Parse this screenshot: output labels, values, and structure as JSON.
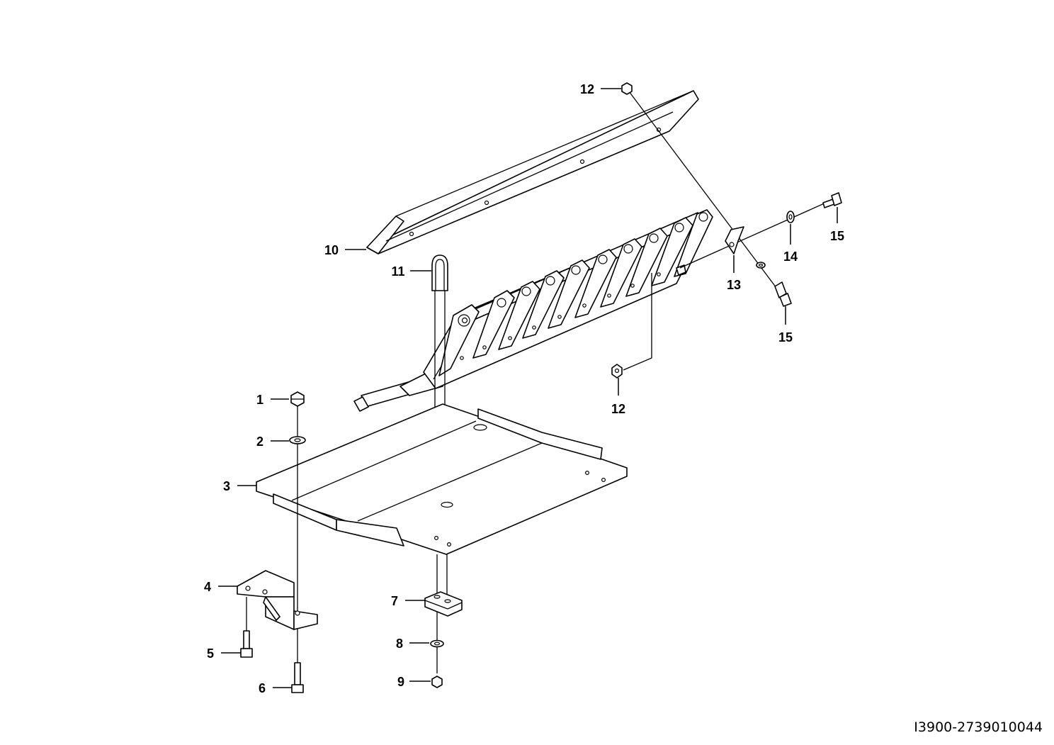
{
  "drawing": {
    "document_id": "I3900-2739010044",
    "callouts": {
      "c1": "1",
      "c2": "2",
      "c3": "3",
      "c4": "4",
      "c5": "5",
      "c6": "6",
      "c7": "7",
      "c8": "8",
      "c9": "9",
      "c10": "10",
      "c11": "11",
      "c12a": "12",
      "c12b": "12",
      "c13": "13",
      "c14": "14",
      "c15a": "15",
      "c15b": "15"
    }
  },
  "colors": {
    "line": "#000000",
    "background": "#ffffff"
  }
}
